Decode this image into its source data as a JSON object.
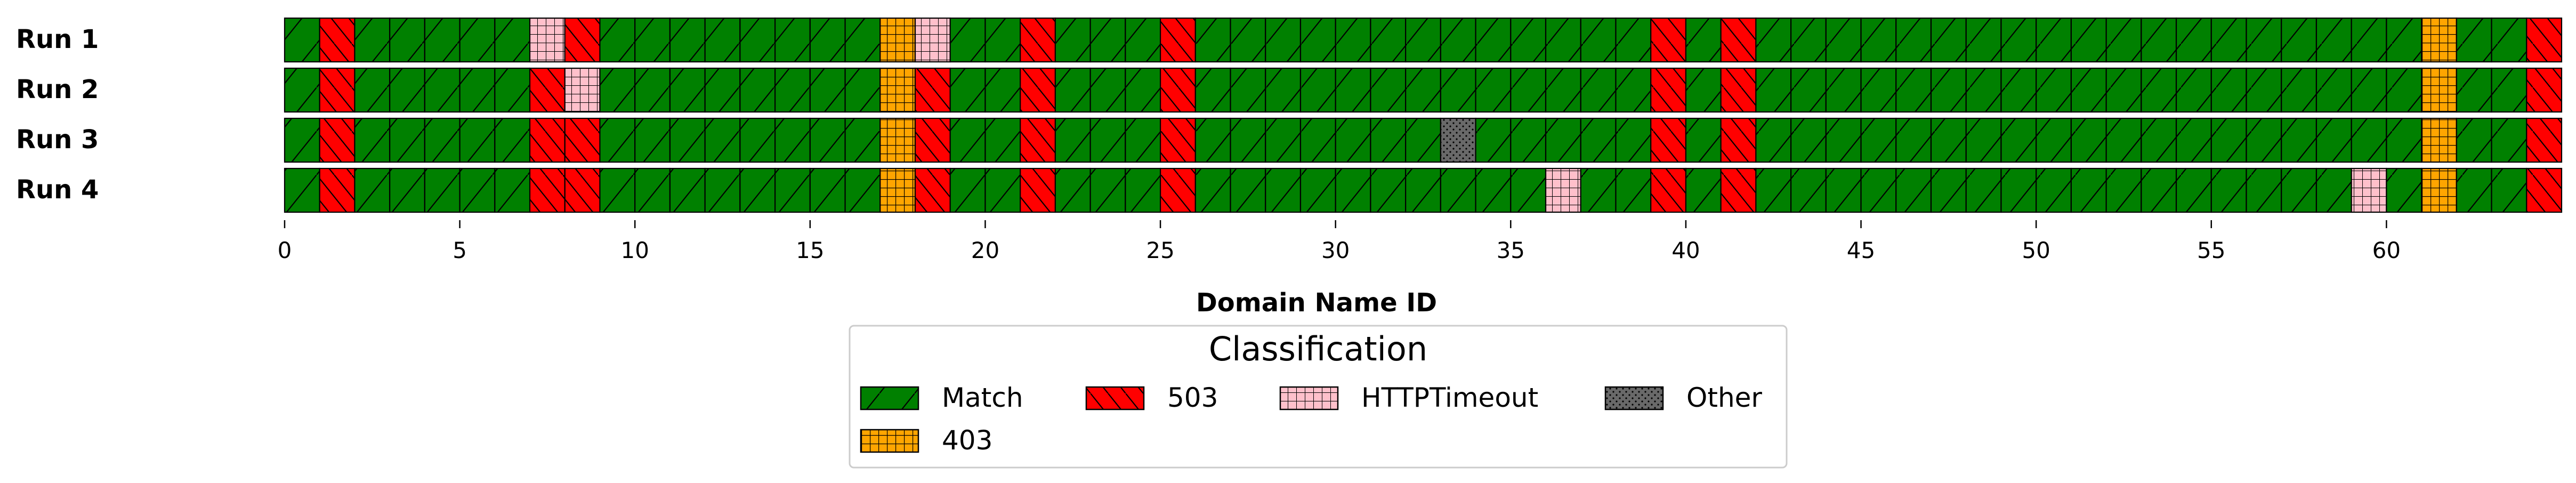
{
  "chart_data": {
    "type": "heatmap",
    "title": "",
    "xlabel": "Domain Name ID",
    "ylabel": "",
    "xlim": [
      0,
      65
    ],
    "x_ticks": [
      0,
      5,
      10,
      15,
      20,
      25,
      30,
      35,
      40,
      45,
      50,
      55,
      60
    ],
    "categories": [
      "Match",
      "503",
      "HTTPTimeout",
      "Other",
      "403"
    ],
    "colors": {
      "Match": "#008000",
      "503": "#ff0000",
      "HTTPTimeout": "#ffc0cb",
      "Other": "#696969",
      "403": "#ffa500"
    },
    "legend": {
      "title": "Classification",
      "position": "bottom-center",
      "entries": [
        "Match",
        "503",
        "HTTPTimeout",
        "Other",
        "403"
      ]
    },
    "runs": [
      {
        "name": "Run 1",
        "values": [
          "Match",
          "503",
          "Match",
          "Match",
          "Match",
          "Match",
          "Match",
          "HTTPTimeout",
          "503",
          "Match",
          "Match",
          "Match",
          "Match",
          "Match",
          "Match",
          "Match",
          "Match",
          "403",
          "HTTPTimeout",
          "Match",
          "Match",
          "503",
          "Match",
          "Match",
          "Match",
          "503",
          "Match",
          "Match",
          "Match",
          "Match",
          "Match",
          "Match",
          "Match",
          "Match",
          "Match",
          "Match",
          "Match",
          "Match",
          "Match",
          "503",
          "Match",
          "503",
          "Match",
          "Match",
          "Match",
          "Match",
          "Match",
          "Match",
          "Match",
          "Match",
          "Match",
          "Match",
          "Match",
          "Match",
          "Match",
          "Match",
          "Match",
          "Match",
          "Match",
          "Match",
          "Match",
          "403",
          "Match",
          "Match",
          "503"
        ]
      },
      {
        "name": "Run 2",
        "values": [
          "Match",
          "503",
          "Match",
          "Match",
          "Match",
          "Match",
          "Match",
          "503",
          "HTTPTimeout",
          "Match",
          "Match",
          "Match",
          "Match",
          "Match",
          "Match",
          "Match",
          "Match",
          "403",
          "503",
          "Match",
          "Match",
          "503",
          "Match",
          "Match",
          "Match",
          "503",
          "Match",
          "Match",
          "Match",
          "Match",
          "Match",
          "Match",
          "Match",
          "Match",
          "Match",
          "Match",
          "Match",
          "Match",
          "Match",
          "503",
          "Match",
          "503",
          "Match",
          "Match",
          "Match",
          "Match",
          "Match",
          "Match",
          "Match",
          "Match",
          "Match",
          "Match",
          "Match",
          "Match",
          "Match",
          "Match",
          "Match",
          "Match",
          "Match",
          "Match",
          "Match",
          "403",
          "Match",
          "Match",
          "503"
        ]
      },
      {
        "name": "Run 3",
        "values": [
          "Match",
          "503",
          "Match",
          "Match",
          "Match",
          "Match",
          "Match",
          "503",
          "503",
          "Match",
          "Match",
          "Match",
          "Match",
          "Match",
          "Match",
          "Match",
          "Match",
          "403",
          "503",
          "Match",
          "Match",
          "503",
          "Match",
          "Match",
          "Match",
          "503",
          "Match",
          "Match",
          "Match",
          "Match",
          "Match",
          "Match",
          "Match",
          "Other",
          "Match",
          "Match",
          "Match",
          "Match",
          "Match",
          "503",
          "Match",
          "503",
          "Match",
          "Match",
          "Match",
          "Match",
          "Match",
          "Match",
          "Match",
          "Match",
          "Match",
          "Match",
          "Match",
          "Match",
          "Match",
          "Match",
          "Match",
          "Match",
          "Match",
          "Match",
          "Match",
          "403",
          "Match",
          "Match",
          "503"
        ]
      },
      {
        "name": "Run 4",
        "values": [
          "Match",
          "503",
          "Match",
          "Match",
          "Match",
          "Match",
          "Match",
          "503",
          "503",
          "Match",
          "Match",
          "Match",
          "Match",
          "Match",
          "Match",
          "Match",
          "Match",
          "403",
          "503",
          "Match",
          "Match",
          "503",
          "Match",
          "Match",
          "Match",
          "503",
          "Match",
          "Match",
          "Match",
          "Match",
          "Match",
          "Match",
          "Match",
          "Match",
          "Match",
          "Match",
          "HTTPTimeout",
          "Match",
          "Match",
          "503",
          "Match",
          "503",
          "Match",
          "Match",
          "Match",
          "Match",
          "Match",
          "Match",
          "Match",
          "Match",
          "Match",
          "Match",
          "Match",
          "Match",
          "Match",
          "Match",
          "Match",
          "Match",
          "Match",
          "HTTPTimeout",
          "Match",
          "403",
          "Match",
          "Match",
          "503"
        ]
      }
    ]
  }
}
